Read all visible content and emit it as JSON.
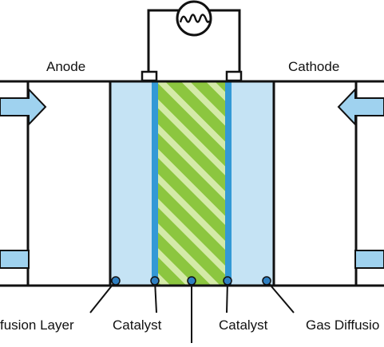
{
  "labels": {
    "anode": "Anode",
    "cathode": "Cathode",
    "gdl_left": "fusion Layer",
    "catalyst_left": "Catalyst",
    "catalyst_right": "Catalyst",
    "gdl_right": "Gas Diffusio"
  },
  "colors": {
    "outline": "#111111",
    "gdl_fill": "#c5e3f4",
    "catalyst_fill": "#3399d6",
    "membrane_fill": "#8cc63f",
    "membrane_stripe": "#d4eaa8",
    "arrow_fill": "#9fd2ef",
    "marker_fill": "#2f7fc1"
  },
  "icons": {
    "load": "lightbulb-filament-icon",
    "inlet": "arrow-left-icon",
    "outlet": "arrow-right-icon"
  }
}
